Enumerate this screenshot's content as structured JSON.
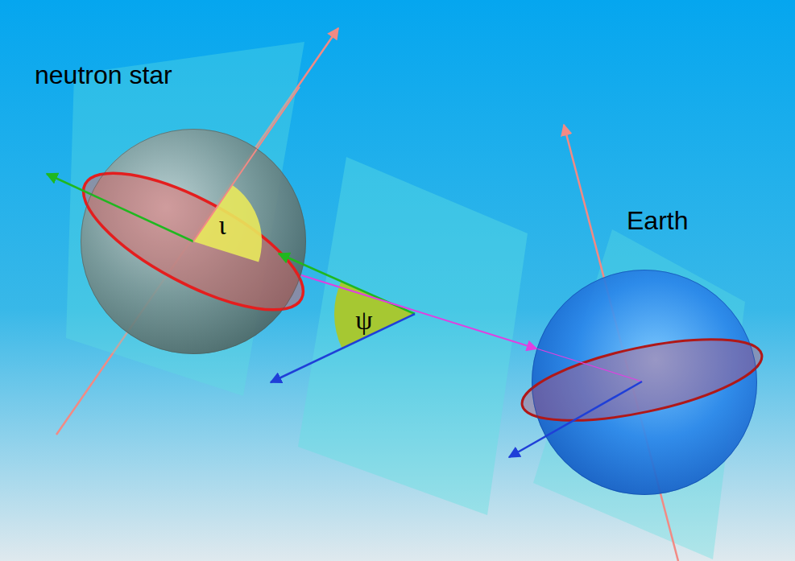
{
  "diagram": {
    "nodes": [
      {
        "text": [
          "neutron star"
        ]
      },
      {
        "text": [
          "Earth"
        ]
      }
    ],
    "edges": [
      {
        "from": 0,
        "to": 1,
        "arrow": "to"
      }
    ],
    "labels": [
      "ι",
      "ψ"
    ]
  }
}
